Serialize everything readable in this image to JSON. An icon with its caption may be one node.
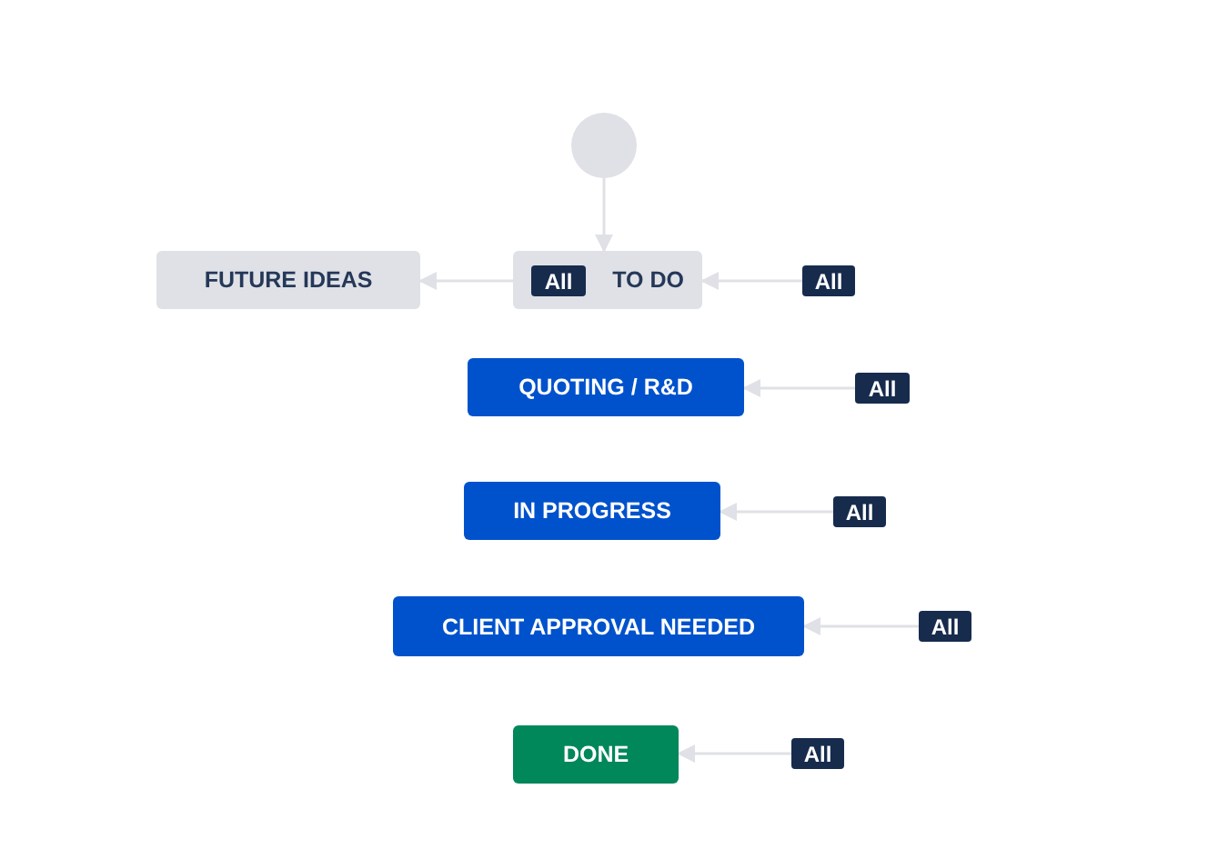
{
  "diagram": {
    "nodes": [
      {
        "text": [],
        "shape": "circle"
      },
      {
        "text": [
          "FUTURE IDEAS"
        ]
      },
      {
        "text": [
          "TO DO"
        ]
      },
      {
        "text": [
          "All"
        ],
        "in": 2
      },
      {
        "text": [
          "All"
        ]
      },
      {
        "text": [
          "QUOTING / R&D"
        ]
      },
      {
        "text": [
          "All"
        ]
      },
      {
        "text": [
          "IN PROGRESS"
        ]
      },
      {
        "text": [
          "All"
        ]
      },
      {
        "text": [
          "CLIENT APPROVAL NEEDED"
        ]
      },
      {
        "text": [
          "All"
        ]
      },
      {
        "text": [
          "DONE"
        ]
      },
      {
        "text": [
          "All"
        ]
      }
    ],
    "edges": [
      {
        "from": 0,
        "to": 2,
        "arrow": "to"
      },
      {
        "from": 3,
        "to": 1,
        "arrow": "to"
      },
      {
        "from": 4,
        "to": 2,
        "arrow": "to"
      },
      {
        "from": 6,
        "to": 5,
        "arrow": "to"
      },
      {
        "from": 8,
        "to": 7,
        "arrow": "to"
      },
      {
        "from": 10,
        "to": 9,
        "arrow": "to"
      },
      {
        "from": 12,
        "to": 11,
        "arrow": "to"
      }
    ]
  }
}
